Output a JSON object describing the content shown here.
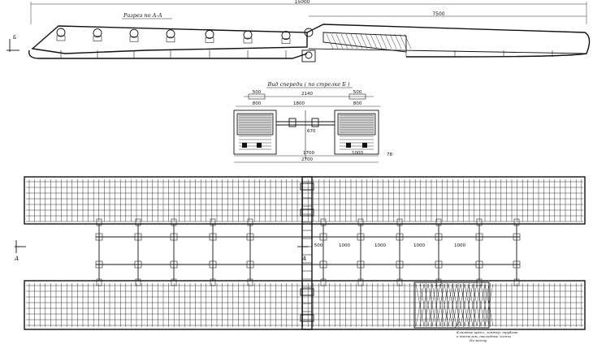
{
  "section_view": {
    "title": "Разрез по А-А",
    "dim_total": "15000",
    "dim_half": "7500",
    "side_mark": "Б"
  },
  "front_view": {
    "title": "Вид спереди ( по стрелке Б )",
    "dims": {
      "top_left_500": "500",
      "top_right_500": "500",
      "gauge_2140": "2140",
      "left_800": "800",
      "center_1800": "1800",
      "right_800": "800",
      "height_670": "670",
      "bottom_1700": "1700",
      "bottom_1000": "1000",
      "side_78": "78",
      "overall_2700": "2700"
    }
  },
  "plan_view": {
    "section_mark_left": "А",
    "section_mark_right": "А",
    "dims": [
      "500",
      "1000",
      "1000",
      "1000",
      "1000"
    ],
    "note_line1": "Клиновое крепл. лонжер. трубами",
    "note_line2": "и настилом, накладные листы",
    "note_line3": "По месту."
  }
}
